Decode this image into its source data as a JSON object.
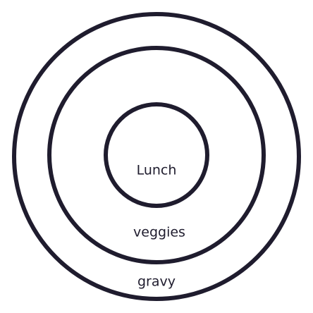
{
  "diagram": {
    "rings": [
      {
        "label": "gravy"
      },
      {
        "label": "veggies"
      },
      {
        "label": "Lunch"
      }
    ],
    "stroke_color": "#1f1c2e",
    "background": "#ffffff"
  }
}
